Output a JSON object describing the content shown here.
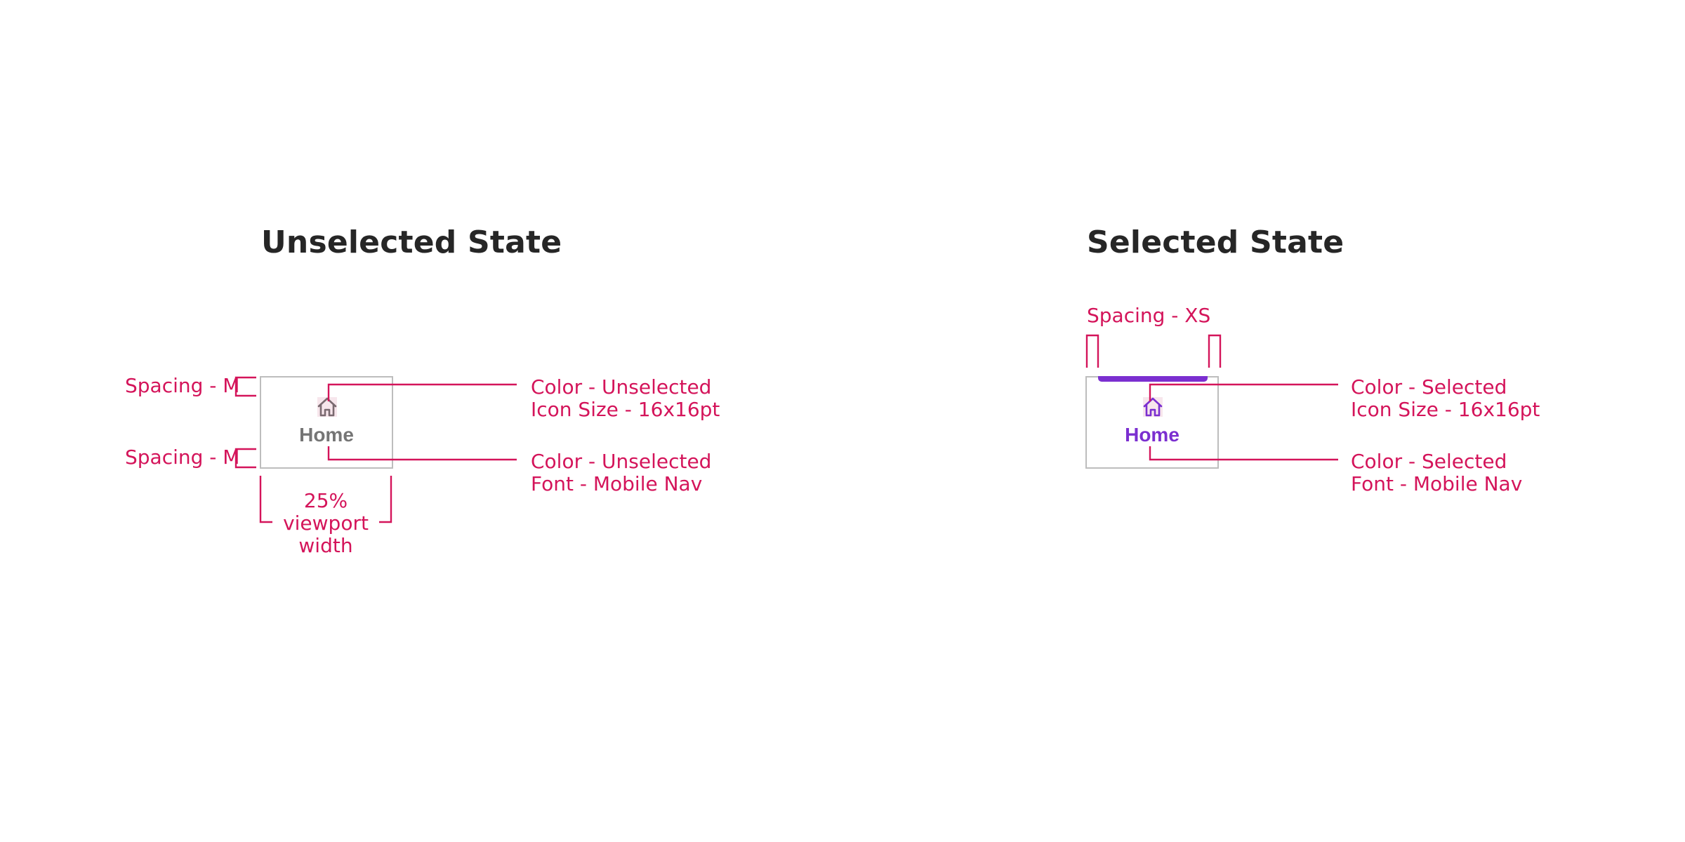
{
  "unselected": {
    "title": "Unselected State",
    "tab_label": "Home",
    "icon": "home-icon",
    "icon_color": "#7a6a70",
    "label_color": "#757575",
    "annotations": {
      "spacing_top": "Spacing - M",
      "spacing_bottom": "Spacing - M",
      "icon_line1": "Color - Unselected",
      "icon_line2": "Icon Size - 16x16pt",
      "font_line1": "Color - Unselected",
      "font_line2": "Font - Mobile Nav",
      "width_line1": "25%",
      "width_line2": "viewport",
      "width_line3": "width"
    }
  },
  "selected": {
    "title": "Selected State",
    "tab_label": "Home",
    "icon": "home-icon",
    "icon_color": "#7b2fd0",
    "label_color": "#7b2fd0",
    "indicator_color": "#7b2fd0",
    "annotations": {
      "spacing_top": "Spacing - XS",
      "icon_line1": "Color - Selected",
      "icon_line2": "Icon Size - 16x16pt",
      "font_line1": "Color - Selected",
      "font_line2": "Font - Mobile Nav"
    }
  },
  "colors": {
    "annotation": "#d4145a",
    "title": "#262626",
    "tile_border": "#bdbdbd"
  }
}
